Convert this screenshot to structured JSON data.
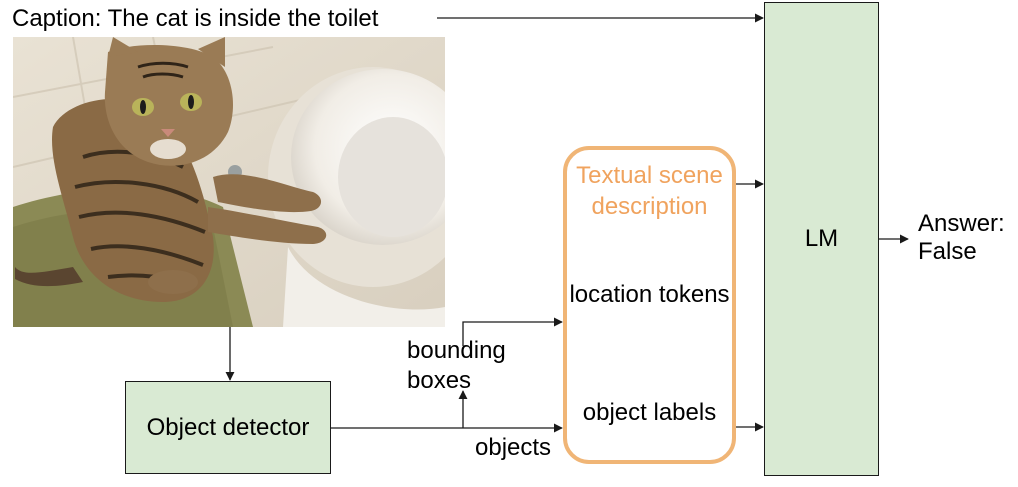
{
  "caption": "Caption: The cat is inside the toilet",
  "detector": {
    "label": "Object detector"
  },
  "scene": {
    "title": "Textual scene description",
    "location_tokens": "location tokens",
    "object_labels": "object labels"
  },
  "lm": {
    "label": "LM"
  },
  "answer": "Answer: False",
  "edges": {
    "bounding_boxes": "bounding boxes",
    "objects": "objects"
  },
  "colors": {
    "box_fill": "#d9ead3",
    "scene_border": "#f0b576",
    "scene_title": "#f0a35e"
  }
}
